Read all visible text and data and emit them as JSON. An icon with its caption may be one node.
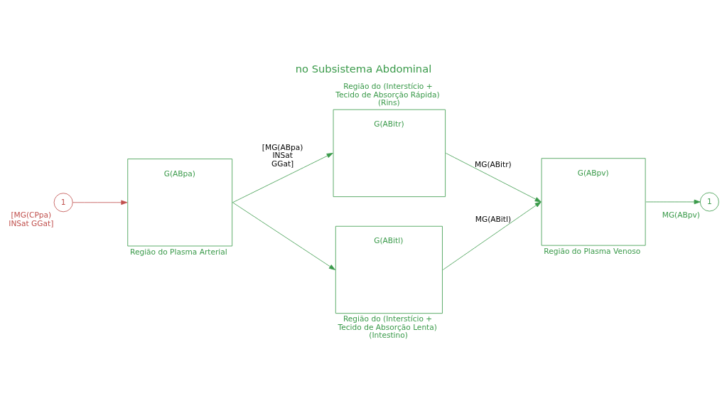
{
  "diagram": {
    "title": "no Subsistema Abdominal",
    "nodes": [
      {
        "text": [
          "1"
        ],
        "beside": [
          "[MG(CPpa) INSat GGat]"
        ]
      },
      {
        "text": [
          "G(ABpa)"
        ],
        "beside": [
          "Região do Plasma Arterial"
        ]
      },
      {
        "text": [
          "G(ABitr)"
        ],
        "beside": [
          "Região do (Interstício + Tecido de Absorção Rápida) (Rins)"
        ]
      },
      {
        "text": [
          "G(ABitl)"
        ],
        "beside": [
          "Região do (Interstício + Tecido de Absorção Lenta) (Intestino)"
        ]
      },
      {
        "text": [
          "G(ABpv)"
        ],
        "beside": [
          "Região do Plasma Venoso"
        ]
      },
      {
        "text": [
          "1"
        ],
        "beside": [
          "MG(ABpv)"
        ]
      }
    ],
    "edges": [
      {
        "from": 0,
        "to": 1,
        "arrow": "to",
        "color": "#c0504d"
      },
      {
        "from": 1,
        "to": 2,
        "arrow": "to",
        "label": "[MG(ABpa) INSat GGat]"
      },
      {
        "from": 1,
        "to": 3,
        "arrow": "to"
      },
      {
        "from": 2,
        "to": 4,
        "arrow": "to",
        "label": "MG(ABitr)"
      },
      {
        "from": 3,
        "to": 4,
        "arrow": "to",
        "label": "MG(ABitl)"
      },
      {
        "from": 4,
        "to": 5,
        "arrow": "to"
      }
    ]
  }
}
